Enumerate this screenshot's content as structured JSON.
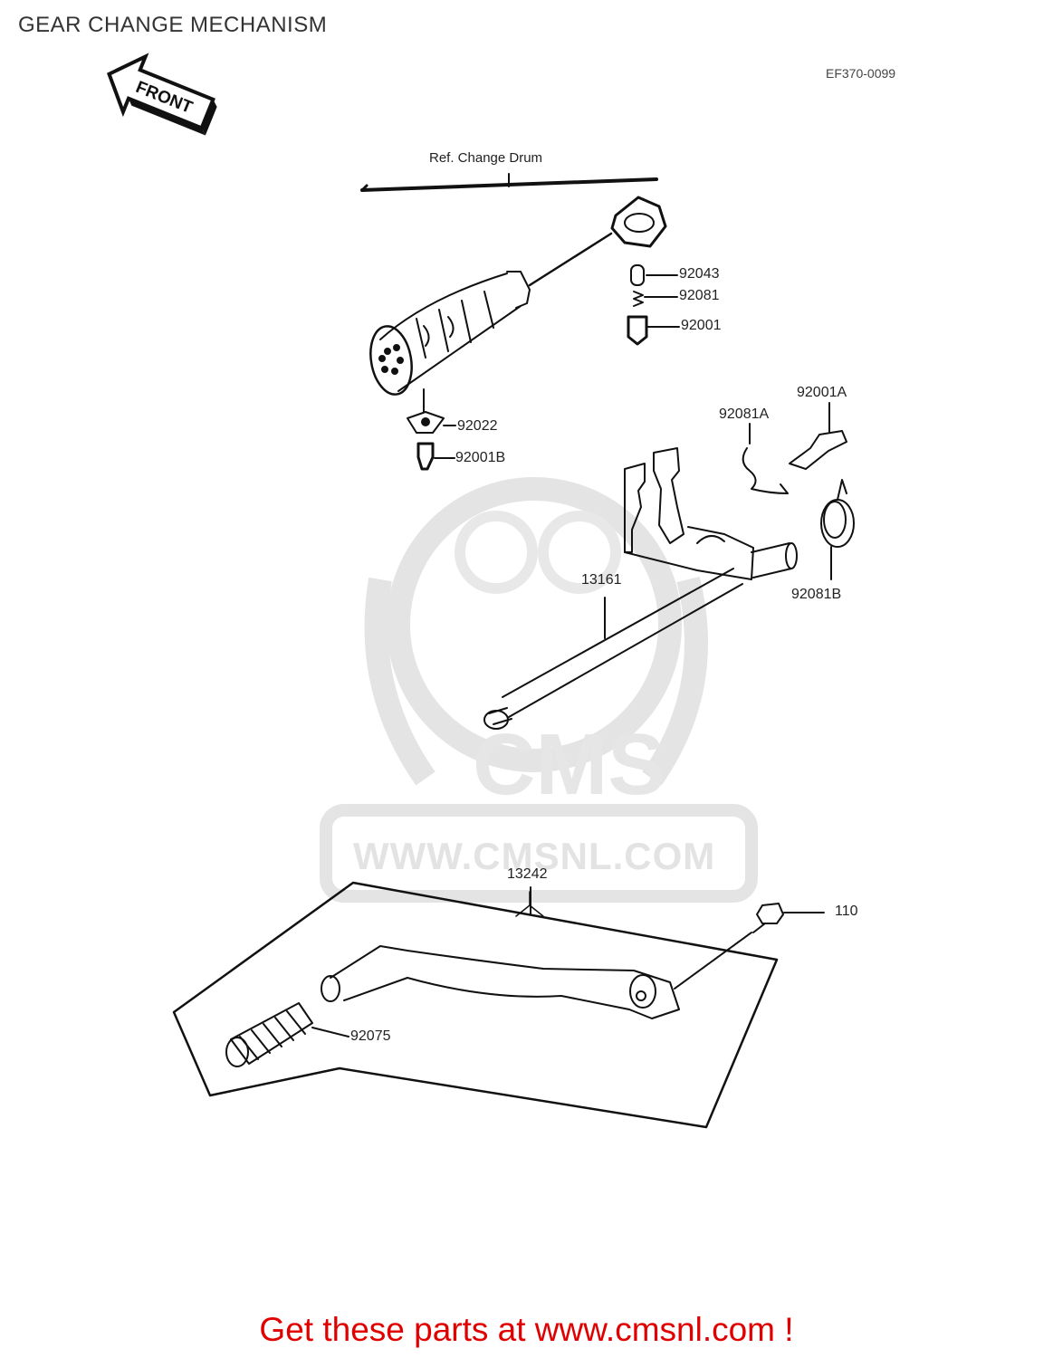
{
  "page": {
    "title": "GEAR CHANGE MECHANISM",
    "drawing_code": "EF370-0099"
  },
  "diagram": {
    "front_label": "FRONT",
    "reference_label": "Ref.  Change Drum",
    "parts": [
      {
        "id": "92043"
      },
      {
        "id": "92081"
      },
      {
        "id": "92001"
      },
      {
        "id": "92022"
      },
      {
        "id": "92001B"
      },
      {
        "id": "92081A"
      },
      {
        "id": "92001A"
      },
      {
        "id": "92081B"
      },
      {
        "id": "13161"
      },
      {
        "id": "13242"
      },
      {
        "id": "110"
      },
      {
        "id": "92075"
      }
    ]
  },
  "watermark": {
    "brand": "CMS",
    "url": "WWW.CMSNL.COM"
  },
  "footer": {
    "link_text": "Get these parts at www.cmsnl.com !"
  }
}
